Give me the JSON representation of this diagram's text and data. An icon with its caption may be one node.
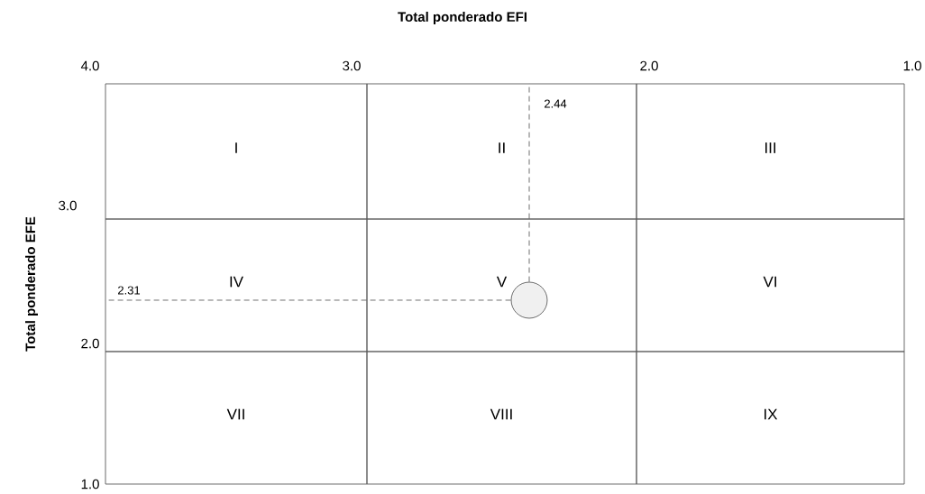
{
  "diagram": {
    "title": "Total ponderado EFI",
    "nodes": [
      {
        "text": [
          "I"
        ]
      },
      {
        "text": [
          "II"
        ]
      },
      {
        "text": [
          "III"
        ]
      },
      {
        "text": [
          "IV"
        ]
      },
      {
        "text": [
          "V"
        ]
      },
      {
        "text": [
          "VI"
        ]
      },
      {
        "text": [
          "VII"
        ]
      },
      {
        "text": [
          "VIII"
        ]
      },
      {
        "text": [
          "IX"
        ]
      },
      {
        "text": [],
        "shape": "circle",
        "in": 4
      }
    ],
    "edges": [
      {
        "from": 9,
        "to": 1,
        "arrow": "none",
        "style": "dashed",
        "label": "2.44"
      },
      {
        "from": 9,
        "to": 3,
        "arrow": "none",
        "style": "dashed",
        "label": "2.31"
      }
    ],
    "labels": [
      "4.0",
      "3.0",
      "2.0",
      "1.0",
      "Total ponderado EFE",
      "3.0",
      "2.0",
      "1.0"
    ]
  }
}
